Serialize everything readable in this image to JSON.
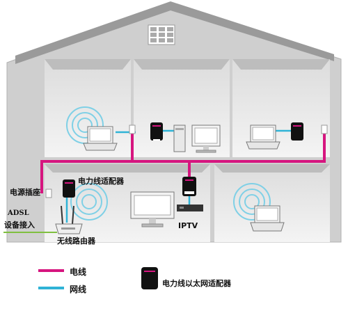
{
  "labels": {
    "socket": "电源插座",
    "adapter": "电力线适配器",
    "adsl_line1": "ADSL",
    "adsl_line2": "设备接入",
    "router": "无线路由器",
    "iptv": "IPTV"
  },
  "legend": {
    "power_line": "电线",
    "network_line": "网线",
    "adapter": "电力线以太网适配器"
  },
  "colors": {
    "power_line": "#d6157f",
    "network_line": "#2fb3d6",
    "house_wall": "#c8c8c8",
    "room_fill": "#eeeeee",
    "adsl_line": "#7fbf3f"
  }
}
